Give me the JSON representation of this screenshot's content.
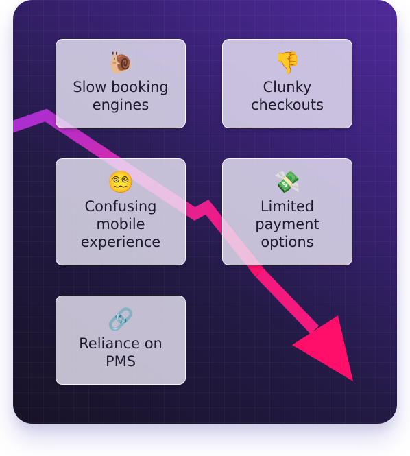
{
  "tiles": [
    {
      "icon": "🐌",
      "icon_name": "snail-icon",
      "label": "Slow booking\nengines"
    },
    {
      "icon": "👎",
      "icon_name": "thumbs-down-icon",
      "label": "Clunky\ncheckouts"
    },
    {
      "icon": "😵‍💫",
      "icon_name": "dizzy-face-icon",
      "label": "Confusing\nmobile\nexperience"
    },
    {
      "icon": "💸",
      "icon_name": "money-with-wings-icon",
      "label": "Limited\npayment\noptions"
    },
    {
      "icon": "🔗",
      "icon_name": "chain-link-icon",
      "label": "Reliance on\nPMS"
    }
  ],
  "colors": {
    "background_dark": "#171226",
    "background_purple": "#4f2a9a",
    "arrow_start": "#a62ed4",
    "arrow_end": "#ff0f6a",
    "tile_bg": "#ece8f8"
  }
}
